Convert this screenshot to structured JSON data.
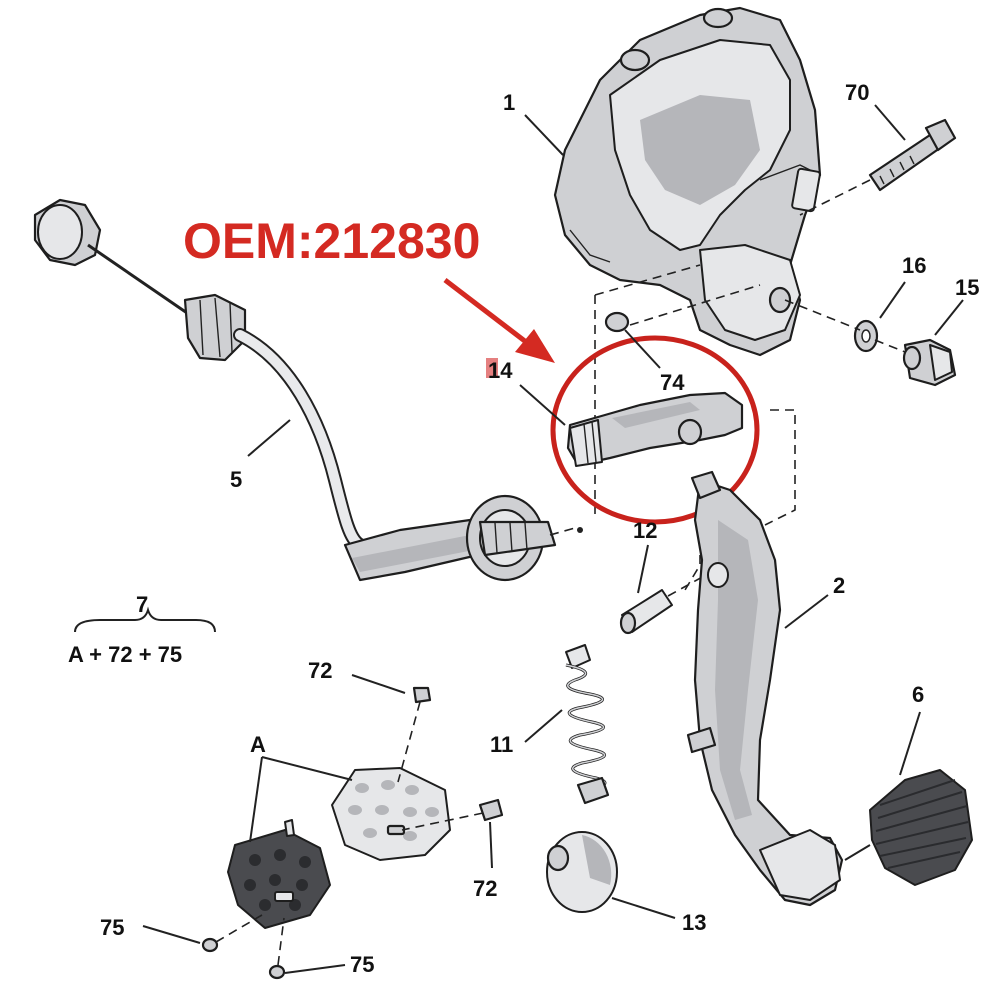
{
  "oem_label": "OEM:212830",
  "callouts": {
    "c1": "1",
    "c70": "70",
    "c16": "16",
    "c15": "15",
    "c14": "14",
    "c74": "74",
    "c5": "5",
    "c12": "12",
    "c2": "2",
    "c7": "7",
    "formula": "A + 72 + 75",
    "c72a": "72",
    "cA": "A",
    "c11": "11",
    "c6": "6",
    "c72b": "72",
    "c75a": "75",
    "c75b": "75",
    "c13": "13"
  },
  "colors": {
    "oem_text": "#d42a22",
    "highlight_circle": "#c8221c",
    "arrow": "#d42a22"
  }
}
